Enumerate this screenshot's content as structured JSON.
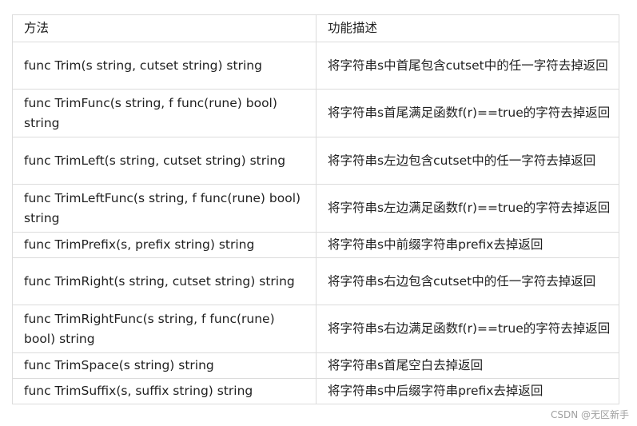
{
  "table": {
    "headers": [
      "方法",
      "功能描述"
    ],
    "rows": [
      {
        "method": "func Trim(s string, cutset string) string",
        "desc": "将字符串s中首尾包含cutset中的任一字符去掉返回"
      },
      {
        "method": "func TrimFunc(s string, f func(rune) bool) string",
        "desc": "将字符串s首尾满足函数f(r)==true的字符去掉返回"
      },
      {
        "method": "func TrimLeft(s string, cutset string) string",
        "desc": "将字符串s左边包含cutset中的任一字符去掉返回"
      },
      {
        "method": "func TrimLeftFunc(s string, f func(rune) bool) string",
        "desc": "将字符串s左边满足函数f(r)==true的字符去掉返回"
      },
      {
        "method": "func TrimPrefix(s, prefix string) string",
        "desc": "将字符串s中前缀字符串prefix去掉返回"
      },
      {
        "method": "func TrimRight(s string, cutset string) string",
        "desc": "将字符串s右边包含cutset中的任一字符去掉返回"
      },
      {
        "method": "func TrimRightFunc(s string, f func(rune) bool) string",
        "desc": "将字符串s右边满足函数f(r)==true的字符去掉返回"
      },
      {
        "method": "func TrimSpace(s string) string",
        "desc": "将字符串s首尾空白去掉返回"
      },
      {
        "method": "func TrimSuffix(s, suffix string) string",
        "desc": "将字符串s中后缀字符串prefix去掉返回"
      }
    ]
  },
  "watermark": "CSDN @无区新手"
}
